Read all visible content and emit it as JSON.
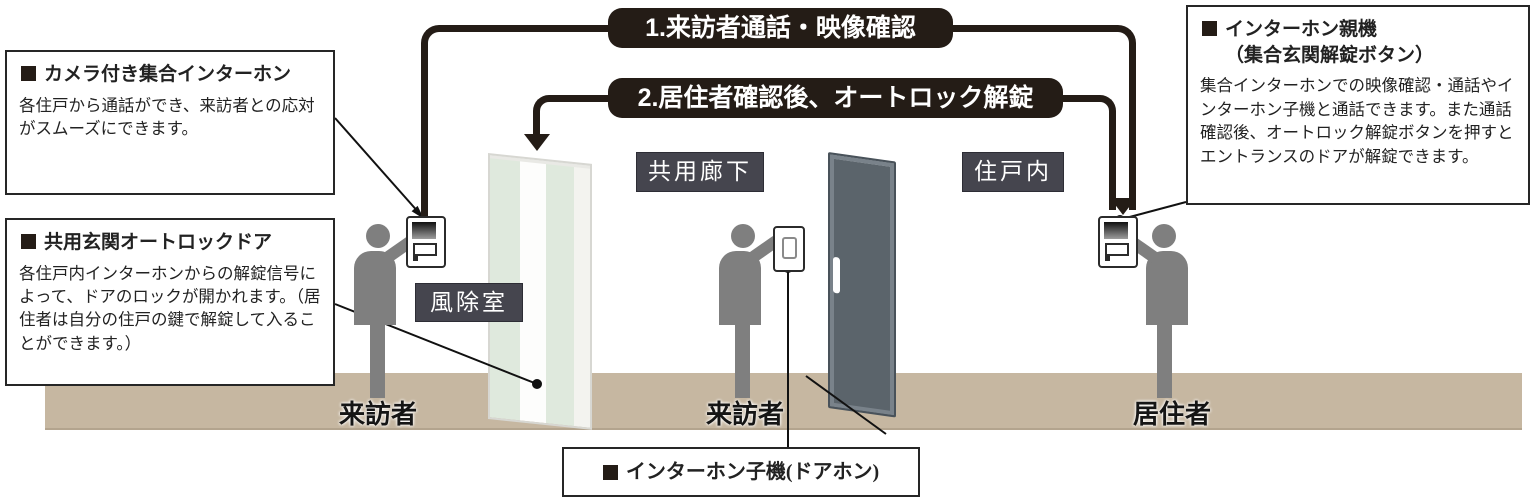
{
  "banners": [
    {
      "label": "1.来訪者通話・映像確認"
    },
    {
      "label": "2.居住者確認後、オートロック解錠"
    }
  ],
  "callouts": {
    "camera_intercom": {
      "title": "カメラ付き集合インターホン",
      "body": "各住戸から通話ができ、来訪者との応対がスムーズにできます。"
    },
    "autolock_door": {
      "title": "共用玄関オートロックドア",
      "body": "各住戸内インターホンからの解錠信号によって、ドアのロックが開かれます。（居住者は自分の住戸の鍵で解錠して入ることができます。）"
    },
    "parent_unit": {
      "title": "インターホン親機",
      "subtitle": "（集合玄関解錠ボタン）",
      "body": "集合インターホンでの映像確認・通話やインターホン子機と通話できます。また通話確認後、オートロック解錠ボタンを押すとエントランスのドアが解錠できます。"
    },
    "door_unit": {
      "title": "インターホン子機(ドアホン)"
    }
  },
  "area_badges": {
    "vestibule": "風除室",
    "corridor": "共用廊下",
    "unit_interior": "住戸内"
  },
  "person_labels": {
    "visitor_entrance": "来訪者",
    "visitor_door": "来訪者",
    "resident": "居住者"
  },
  "colors": {
    "banner-bg": "#241c16",
    "line": "#241c16",
    "badge-bg": "#45454e",
    "floor": "#c6b7a1",
    "figure": "#7f7f7f",
    "door": "#5b646b",
    "glass": "#dfe9dd",
    "box-border": "#262626"
  }
}
